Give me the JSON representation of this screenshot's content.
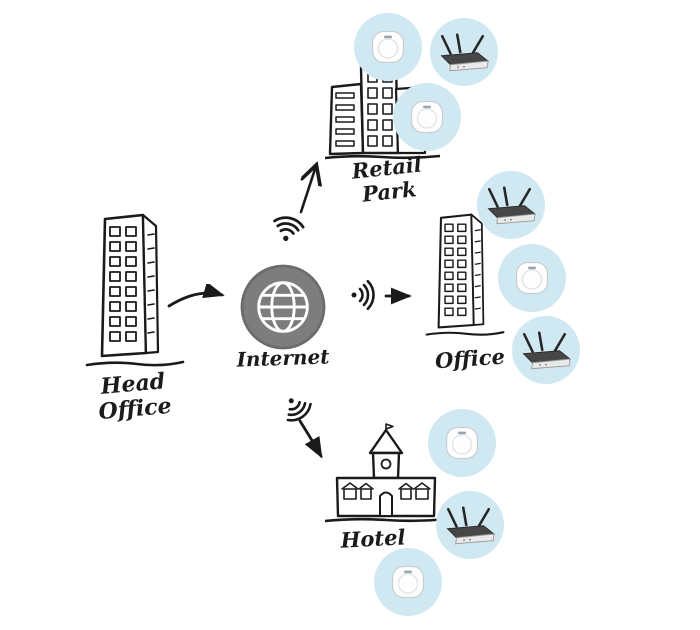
{
  "diagram": {
    "type": "network-topology",
    "nodes": {
      "head_office": {
        "line1": "Head",
        "line2": "Office"
      },
      "internet": {
        "label": "Internet"
      },
      "retail_park": {
        "line1": "Retail",
        "line2": "Park"
      },
      "office": {
        "label": "Office"
      },
      "hotel": {
        "label": "Hotel"
      }
    },
    "connections": [
      {
        "from": "Head Office",
        "to": "Internet",
        "via": "arrow"
      },
      {
        "from": "Internet",
        "to": "Retail Park",
        "via": "wifi-signal"
      },
      {
        "from": "Internet",
        "to": "Office",
        "via": "wifi-signal"
      },
      {
        "from": "Internet",
        "to": "Hotel",
        "via": "wifi-signal"
      }
    ],
    "site_devices": {
      "retail_park": [
        "wireless-access-point",
        "wireless-router",
        "wireless-access-point"
      ],
      "office": [
        "wireless-router",
        "wireless-access-point",
        "wireless-router"
      ],
      "hotel": [
        "wireless-access-point",
        "wireless-router",
        "wireless-access-point"
      ]
    },
    "colors": {
      "bubble": "#cfe8f1",
      "globe": "#7d7d7d",
      "ink": "#1a1a1a",
      "background": "#ffffff"
    }
  }
}
